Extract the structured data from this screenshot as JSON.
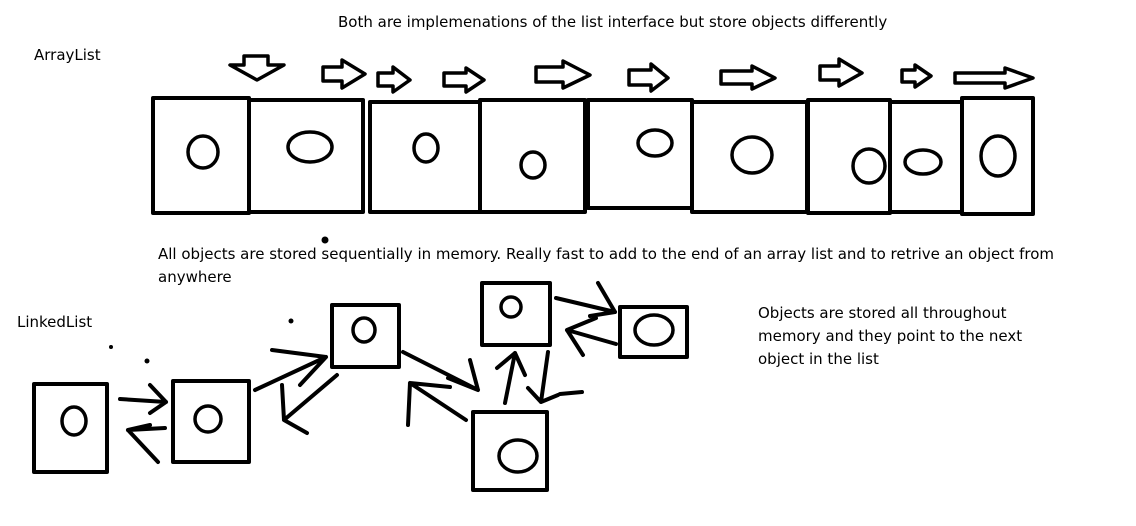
{
  "title": "Both are implemenations of the list interface but store objects differently",
  "sections": {
    "arraylist": {
      "label": "ArrayList",
      "description": "All objects are stored sequentially in memory. Really fast to add to the end of an array list and to retrive an object from anywhere",
      "cell_count": 9
    },
    "linkedlist": {
      "label": "LinkedList",
      "description": "Objects are stored all throughout memory and they point to the next object in the list",
      "node_count": 6
    }
  },
  "colors": {
    "ink": "#000000",
    "background": "#ffffff"
  }
}
